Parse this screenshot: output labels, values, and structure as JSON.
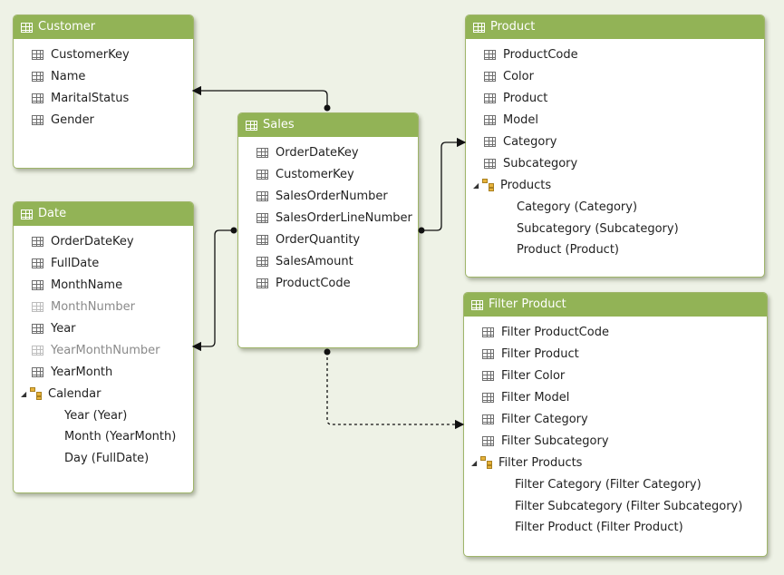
{
  "tables": [
    {
      "id": "customer",
      "name": "Customer",
      "columns": [
        {
          "label": "CustomerKey",
          "type": "column"
        },
        {
          "label": "Name",
          "type": "column"
        },
        {
          "label": "MaritalStatus",
          "type": "column"
        },
        {
          "label": "Gender",
          "type": "column"
        }
      ]
    },
    {
      "id": "date",
      "name": "Date",
      "columns": [
        {
          "label": "OrderDateKey",
          "type": "column"
        },
        {
          "label": "FullDate",
          "type": "column"
        },
        {
          "label": "MonthName",
          "type": "column"
        },
        {
          "label": "MonthNumber",
          "type": "hidden"
        },
        {
          "label": "Year",
          "type": "column"
        },
        {
          "label": "YearMonthNumber",
          "type": "hidden"
        },
        {
          "label": "YearMonth",
          "type": "column"
        },
        {
          "label": "Calendar",
          "type": "hierarchy"
        },
        {
          "label": "Year (Year)",
          "type": "level"
        },
        {
          "label": "Month (YearMonth)",
          "type": "level"
        },
        {
          "label": "Day (FullDate)",
          "type": "level"
        }
      ]
    },
    {
      "id": "sales",
      "name": "Sales",
      "columns": [
        {
          "label": "OrderDateKey",
          "type": "column"
        },
        {
          "label": "CustomerKey",
          "type": "column"
        },
        {
          "label": "SalesOrderNumber",
          "type": "column"
        },
        {
          "label": "SalesOrderLineNumber",
          "type": "column"
        },
        {
          "label": "OrderQuantity",
          "type": "column"
        },
        {
          "label": "SalesAmount",
          "type": "column"
        },
        {
          "label": "ProductCode",
          "type": "column"
        }
      ]
    },
    {
      "id": "product",
      "name": "Product",
      "columns": [
        {
          "label": "ProductCode",
          "type": "column"
        },
        {
          "label": "Color",
          "type": "column"
        },
        {
          "label": "Product",
          "type": "column"
        },
        {
          "label": "Model",
          "type": "column"
        },
        {
          "label": "Category",
          "type": "column"
        },
        {
          "label": "Subcategory",
          "type": "column"
        },
        {
          "label": "Products",
          "type": "hierarchy"
        },
        {
          "label": "Category (Category)",
          "type": "level"
        },
        {
          "label": "Subcategory (Subcategory)",
          "type": "level"
        },
        {
          "label": "Product (Product)",
          "type": "level"
        }
      ]
    },
    {
      "id": "filter-product",
      "name": "Filter Product",
      "columns": [
        {
          "label": "Filter ProductCode",
          "type": "column"
        },
        {
          "label": "Filter Product",
          "type": "column"
        },
        {
          "label": "Filter Color",
          "type": "column"
        },
        {
          "label": "Filter Model",
          "type": "column"
        },
        {
          "label": "Filter Category",
          "type": "column"
        },
        {
          "label": "Filter Subcategory",
          "type": "column"
        },
        {
          "label": "Filter Products",
          "type": "hierarchy"
        },
        {
          "label": "Filter Category (Filter Category)",
          "type": "level"
        },
        {
          "label": "Filter Subcategory (Filter Subcategory)",
          "type": "level"
        },
        {
          "label": "Filter Product (Filter Product)",
          "type": "level"
        }
      ]
    }
  ],
  "relationships": [
    {
      "from": "sales",
      "to": "customer",
      "style": "solid"
    },
    {
      "from": "sales",
      "to": "date",
      "style": "solid"
    },
    {
      "from": "sales",
      "to": "product",
      "style": "solid"
    },
    {
      "from": "sales",
      "to": "filter-product",
      "style": "dashed"
    }
  ],
  "colors": {
    "header": "#92b356",
    "border": "#9fb56a",
    "background": "#eef2e6",
    "hidden_text": "#8a8a8a"
  }
}
